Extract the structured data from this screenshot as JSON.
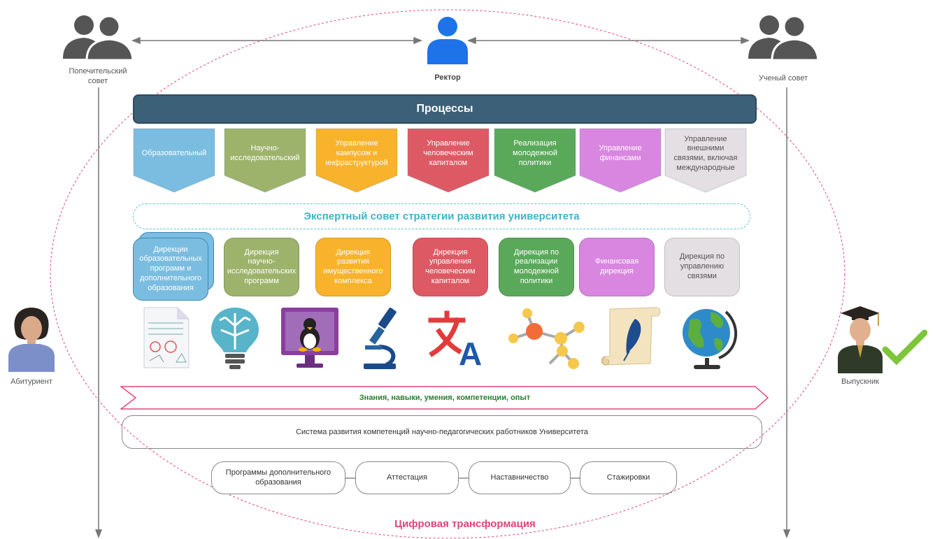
{
  "roles": {
    "board": "Попечительский\nсовет",
    "rector": "Ректор",
    "council": "Ученый совет",
    "applicant": "Абитуриент",
    "graduate": "Выпускник"
  },
  "processes_title": "Процессы",
  "processes": [
    {
      "label": "Образовательный",
      "color": "#7bbde0"
    },
    {
      "label": "Научно-\nисследовательский",
      "color": "#9db36b"
    },
    {
      "label": "Управление\nкампусом и\nинфраструктурой",
      "color": "#f8b22b"
    },
    {
      "label": "Управление\nчеловеческим\nкапиталом",
      "color": "#dd5a64"
    },
    {
      "label": "Реализация\nмолодежной\nполитики",
      "color": "#5aa95a"
    },
    {
      "label": "Управление\nфинансами",
      "color": "#d986e0"
    },
    {
      "label": "Управление\nвнешними\nсвязями, включая\nмеждународные",
      "color": "#e4dfe3"
    }
  ],
  "expert_council": "Экспертный совет стратегии развития университета",
  "directorates": [
    {
      "label": "Дирекции\nобразовательных\nпрограмм и\nдополнительного\nобразования",
      "color": "#7bbde0"
    },
    {
      "label": "Дирекция\nнаучно-\nисследовательских\nпрограмм",
      "color": "#9db36b"
    },
    {
      "label": "Дирекция\nразвития\nимущественного\nкомплекса",
      "color": "#f8b22b"
    },
    {
      "label": "Дирекция\nуправления\nчеловеческим\nкапиталом",
      "color": "#dd5a64"
    },
    {
      "label": "Дирекция по\nреализации\nмолодежной\nполитики",
      "color": "#5aa95a"
    },
    {
      "label": "Финансовая\nдирекция",
      "color": "#d986e0"
    },
    {
      "label": "Дирекция по\nуправлению\nсвязями",
      "color": "#e4dfe3"
    }
  ],
  "icons": [
    "math-sheet-icon",
    "brain-lightbulb-icon",
    "linux-monitor-icon",
    "microscope-icon",
    "translate-icon",
    "molecule-icon",
    "scroll-quill-icon",
    "globe-icon"
  ],
  "knowledge": "Знания, навыки, умения, компетенции, опыт",
  "system": "Система развития компетенций научно-педагогических работников Университета",
  "pills": [
    "Программы дополнительного\nобразования",
    "Аттестация",
    "Наставничество",
    "Стажировки"
  ],
  "digital": "Цифровая трансформация",
  "colors": {
    "accent_pink": "#e0457a",
    "dark_bar": "#3c6078",
    "expert": "#3fb3c8",
    "people": "#555555",
    "rector": "#1e73e8"
  }
}
